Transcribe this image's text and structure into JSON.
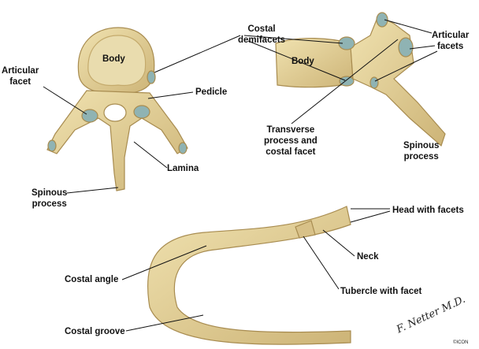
{
  "title": "Thoracic vertebra and rib anatomy",
  "vertebra_superior_view": {
    "body": "Body",
    "costal_demifacets": [
      "Costal",
      "demifacets"
    ],
    "articular_facet": [
      "Articular",
      "facet"
    ],
    "pedicle": "Pedicle",
    "lamina": "Lamina",
    "spinous_process": [
      "Spinous",
      "process"
    ]
  },
  "vertebra_lateral_view": {
    "body": "Body",
    "articular_facets": [
      "Articular",
      "facets"
    ],
    "transverse_process": [
      "Transverse",
      "process and",
      "costal facet"
    ],
    "spinous_process": [
      "Spinous",
      "process"
    ]
  },
  "rib": {
    "head": "Head with facets",
    "neck": "Neck",
    "tubercle": "Tubercle with facet",
    "costal_angle": "Costal angle",
    "costal_groove": "Costal groove"
  },
  "signature": {
    "name": "F. Netter M.D.",
    "mark": "©ICON"
  },
  "colors": {
    "bone": "#e8d7a0",
    "bone_shadow": "#b89c5c",
    "facet": "#8fb3b3",
    "line": "#111111"
  }
}
